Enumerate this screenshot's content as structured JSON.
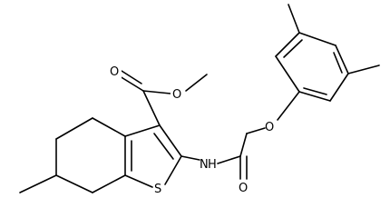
{
  "molecule": {
    "labels": {
      "ester_carbonyl_o": "O",
      "ester_ether_o": "O",
      "thiophene_s": "S",
      "amide_n": "N",
      "amide_h": "H",
      "amide_carbonyl_o": "O",
      "aryl_ether_o": "O"
    }
  }
}
